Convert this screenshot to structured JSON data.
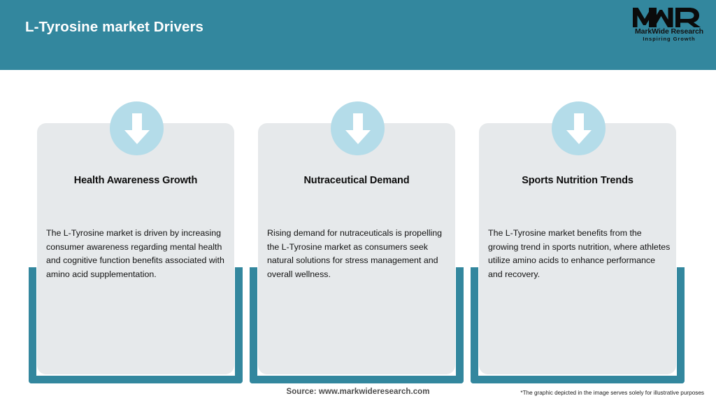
{
  "header": {
    "title": "L-Tyrosine market Drivers",
    "bar_color": "#33879E",
    "title_color": "#FFFFFF"
  },
  "logo": {
    "name": "markwide-research-logo",
    "monogram": "MWR",
    "company": "MarkWide Research",
    "tagline": "Inspiring Growth"
  },
  "colors": {
    "teal": "#33879E",
    "panel_grey": "#E6E9EB",
    "badge_blue": "#B4DCE9",
    "arrow_white": "#FFFFFF",
    "background": "#FFFFFF"
  },
  "cards": [
    {
      "icon": "down-arrow-icon",
      "title": "Health Awareness Growth",
      "body": "The L-Tyrosine market is driven by increasing consumer awareness regarding mental health and cognitive function benefits associated with amino acid supplementation."
    },
    {
      "icon": "down-arrow-icon",
      "title": "Nutraceutical Demand",
      "body": "Rising demand for nutraceuticals is propelling the L-Tyrosine market as consumers seek natural solutions for stress management and overall wellness."
    },
    {
      "icon": "down-arrow-icon",
      "title": "Sports Nutrition Trends",
      "body": "The L-Tyrosine market benefits from the growing trend in sports nutrition, where athletes utilize amino acids to enhance performance and recovery."
    }
  ],
  "footer": {
    "source": "Source: www.markwideresearch.com",
    "disclaimer": "*The graphic depicted in the image serves solely for illustrative purposes"
  }
}
